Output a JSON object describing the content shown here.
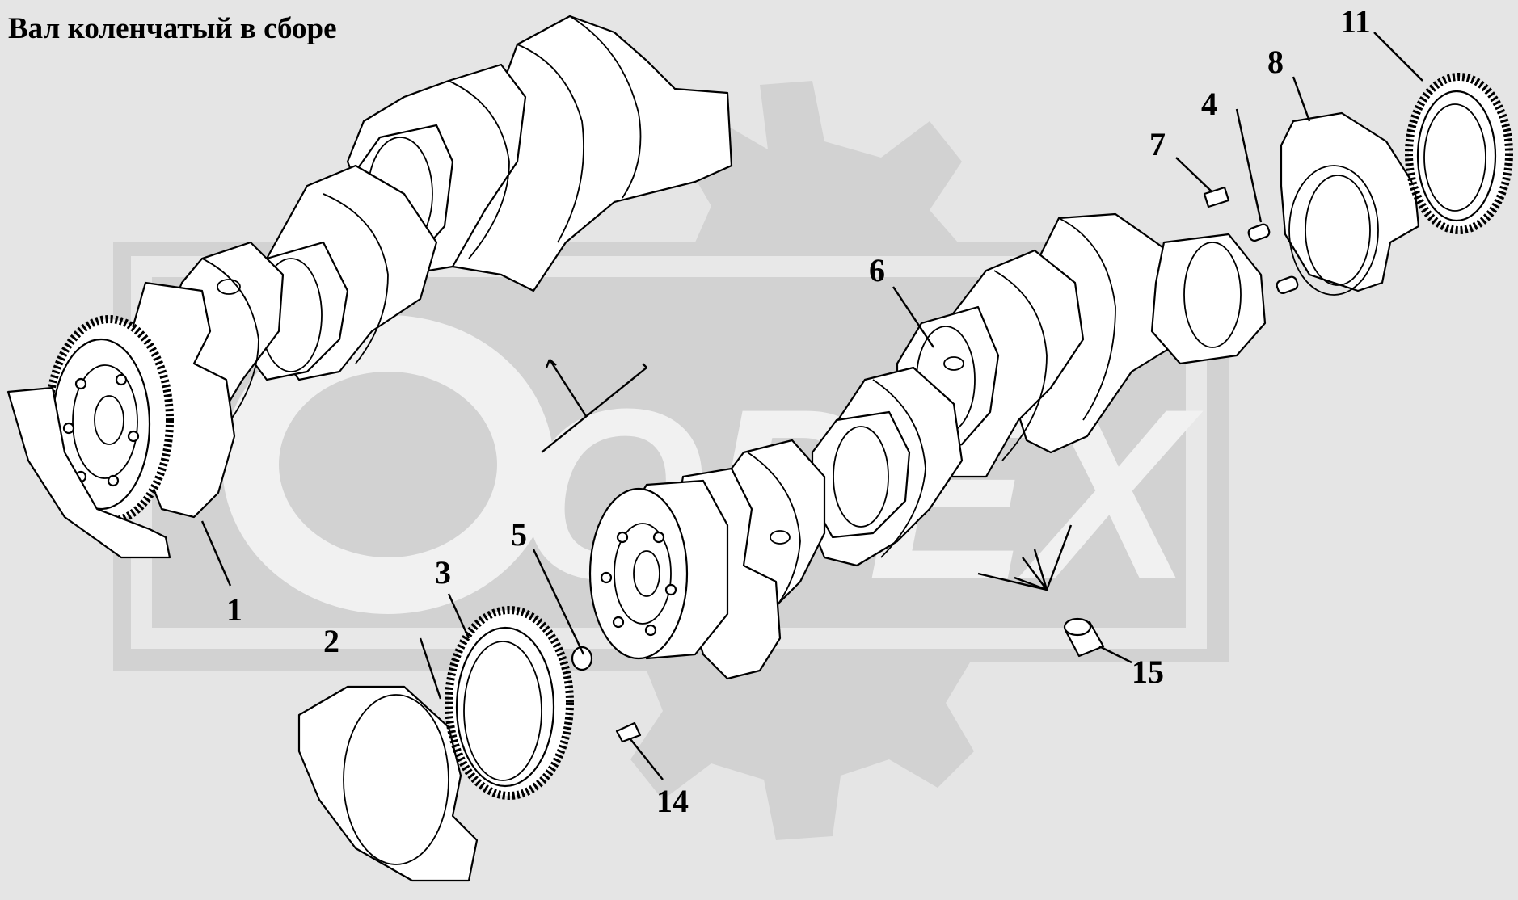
{
  "title": "Вал коленчатый в сборе",
  "callouts": [
    "1",
    "2",
    "3",
    "4",
    "5",
    "6",
    "7",
    "8",
    "11",
    "14",
    "15"
  ],
  "watermark": {
    "text": "ОРЕХ",
    "color": "#c8c8c8"
  },
  "colors": {
    "background": "#e5e5e5",
    "line": "#000000",
    "part_fill": "#ffffff"
  }
}
